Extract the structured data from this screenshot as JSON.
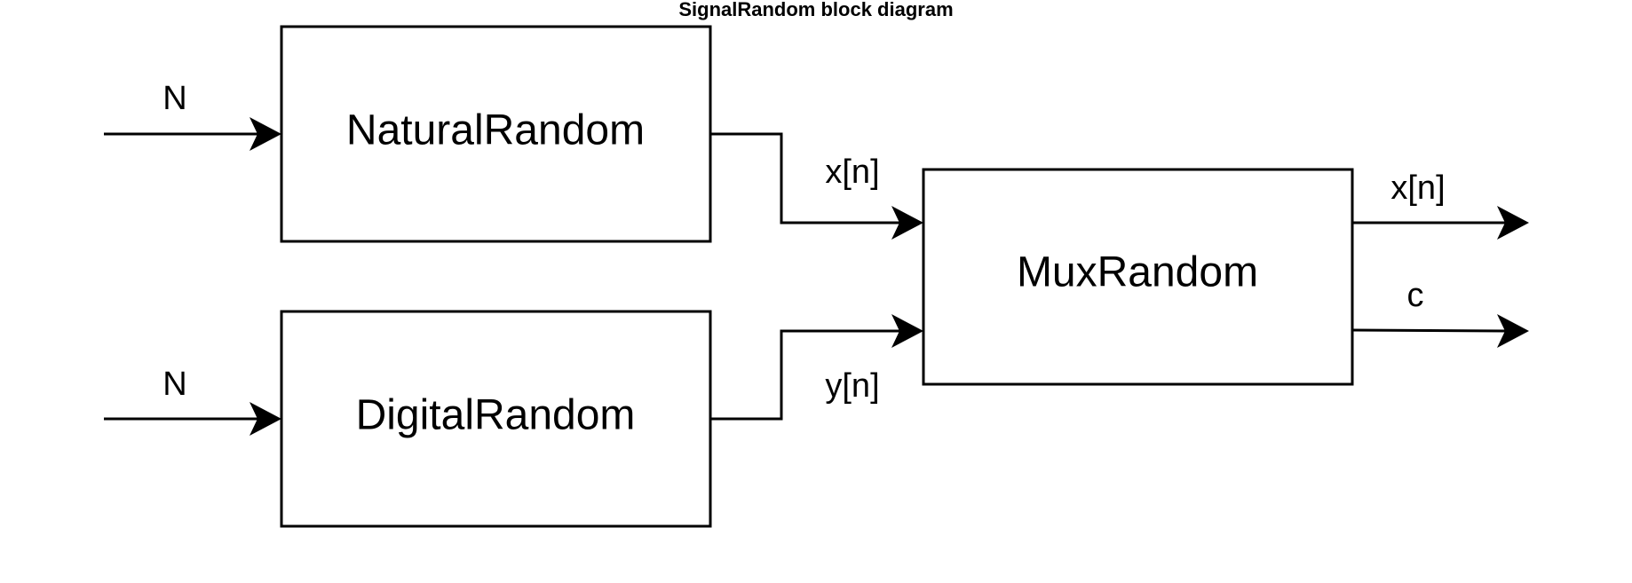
{
  "title": "SignalRandom block diagram",
  "blocks": {
    "natural": "NaturalRandom",
    "digital": "DigitalRandom",
    "mux": "MuxRandom"
  },
  "signals": {
    "natural_in": "N",
    "digital_in": "N",
    "natural_out": "x[n]",
    "digital_out": "y[n]",
    "mux_out_x": "x[n]",
    "mux_out_c": "c"
  }
}
